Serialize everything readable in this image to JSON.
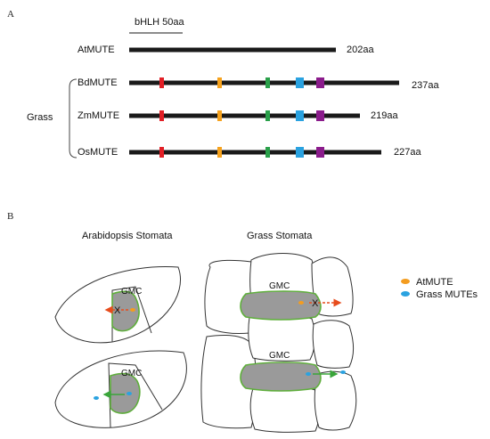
{
  "panel_a": {
    "label": "A",
    "scale_bar_label": "bHLH 50aa",
    "group_label": "Grass",
    "colors": {
      "protein_bar": "#1a1a1a",
      "domain_red": "#e21f26",
      "domain_orange": "#f6a21d",
      "domain_green": "#2aa04a",
      "domain_blue": "#2aa2e0",
      "domain_purple": "#8b1c8c"
    },
    "proteins": [
      {
        "name": "AtMUTE",
        "length_label": "202aa",
        "length": 202
      },
      {
        "name": "BdMUTE",
        "length_label": "237aa",
        "length": 237
      },
      {
        "name": "ZmMUTE",
        "length_label": "219aa",
        "length": 219
      },
      {
        "name": "OsMUTE",
        "length_label": "227aa",
        "length": 227
      }
    ]
  },
  "panel_b": {
    "label": "B",
    "arabidopsis_title": "Arabidopsis Stomata",
    "grass_title": "Grass Stomata",
    "gmc_label": "GMC",
    "block_marker": "X",
    "legend": [
      {
        "label": "AtMUTE",
        "color": "#f39c1f"
      },
      {
        "label": "Grass MUTEs",
        "color": "#2aa2e0"
      }
    ],
    "colors": {
      "gmc_fill": "#9a9a9a",
      "gmc_outline": "#5fae3c",
      "blocked_arrow": "#e74c1c",
      "movement_arrow": "#3aa53a"
    }
  }
}
